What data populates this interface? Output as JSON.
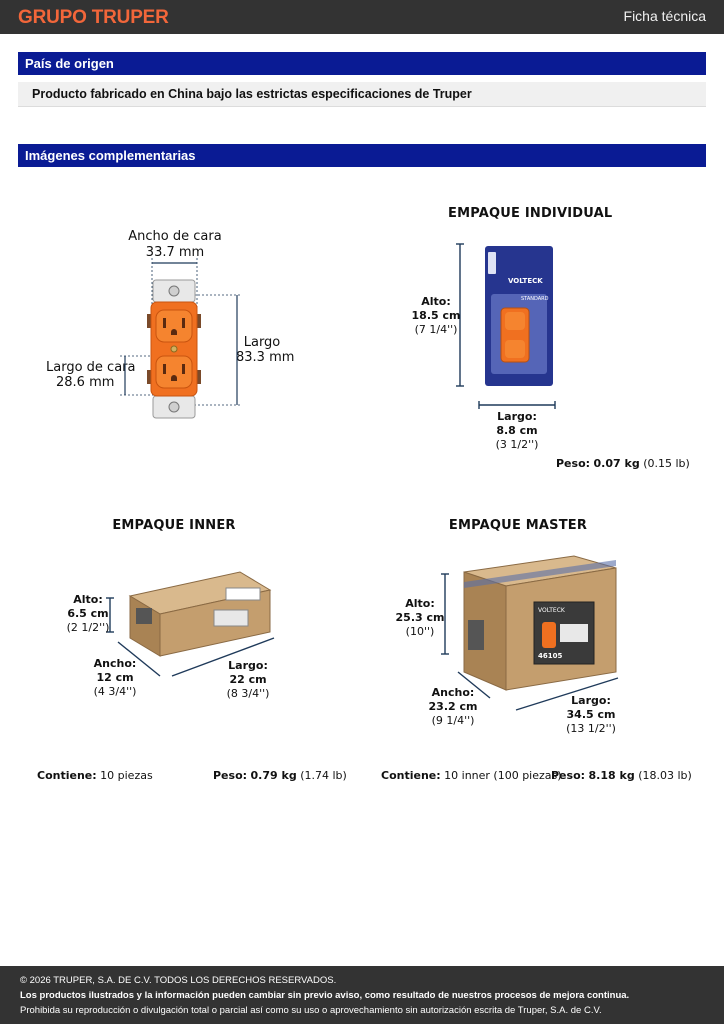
{
  "header": {
    "brand": "GRUPO TRUPER",
    "title": "Ficha técnica"
  },
  "origin": {
    "heading": "País de origen",
    "text": "Producto fabricado en China bajo las estrictas especificaciones de Truper"
  },
  "images": {
    "heading": "Imágenes complementarias",
    "product": {
      "face_width_label": "Ancho de cara",
      "face_width_value": "33.7 mm",
      "length_label": "Largo",
      "length_value": "83.3 mm",
      "face_length_label": "Largo de cara",
      "face_length_value": "28.6 mm"
    },
    "individual": {
      "title": "EMPAQUE INDIVIDUAL",
      "alto_label": "Alto:",
      "alto_cm": "18.5 cm",
      "alto_in": "(7 1/4'')",
      "largo_label": "Largo:",
      "largo_cm": "8.8 cm",
      "largo_in": "(3 1/2'')",
      "peso_label": "Peso:",
      "peso_kg": "0.07 kg",
      "peso_lb": "(0.15 lb)",
      "brand_mark": "VOLTECK",
      "sub_mark": "STANDARD"
    },
    "inner": {
      "title": "EMPAQUE INNER",
      "alto_label": "Alto:",
      "alto_cm": "6.5 cm",
      "alto_in": "(2 1/2'')",
      "ancho_label": "Ancho:",
      "ancho_cm": "12 cm",
      "ancho_in": "(4 3/4'')",
      "largo_label": "Largo:",
      "largo_cm": "22 cm",
      "largo_in": "(8 3/4'')",
      "contiene_label": "Contiene:",
      "contiene_value": "10 piezas",
      "peso_label": "Peso:",
      "peso_kg": "0.79 kg",
      "peso_lb": "(1.74 lb)"
    },
    "master": {
      "title": "EMPAQUE MASTER",
      "alto_label": "Alto:",
      "alto_cm": "25.3 cm",
      "alto_in": "(10'')",
      "ancho_label": "Ancho:",
      "ancho_cm": "23.2 cm",
      "ancho_in": "(9 1/4'')",
      "largo_label": "Largo:",
      "largo_cm": "34.5 cm",
      "largo_in": "(13 1/2'')",
      "contiene_label": "Contiene:",
      "contiene_value": "10 inner (100 piezas)",
      "peso_label": "Peso:",
      "peso_kg": "8.18 kg",
      "peso_lb": "(18.03 lb)",
      "box_code": "46105",
      "box_brand": "VOLTECK"
    }
  },
  "footer": {
    "copyright": "© 2026 TRUPER, S.A. DE C.V. TODOS LOS DERECHOS RESERVADOS.",
    "notice": "Los productos ilustrados y la información pueden cambiar sin previo aviso, como resultado de nuestros procesos de mejora continua.",
    "prohibition": "Prohibida su reproducción o divulgación total o parcial así como su uso o aprovechamiento sin autorización escrita de Truper, S.A. de C.V."
  },
  "colors": {
    "brand": "#f2663a",
    "section": "#0a1b94",
    "dimension_line": "#1f3a5a",
    "outlet": "#f07020",
    "cardboard": "#c8a47a"
  }
}
